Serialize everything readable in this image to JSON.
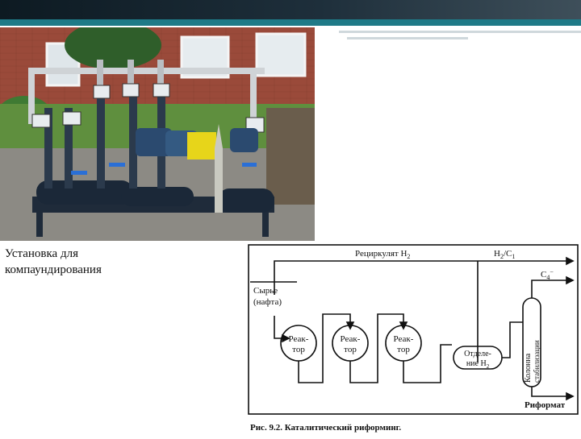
{
  "slide": {
    "caption_line1": "Установка для",
    "caption_line2": "компаундирования"
  },
  "diagram": {
    "recycle_label": "Рециркулят H",
    "recycle_sub": "2",
    "h2c1_label": "H",
    "h2c1_sub": "2",
    "h2c1_rest": "/C",
    "h2c1_sub2": "1",
    "c4_label": "C",
    "c4_sub": "4",
    "c4_sup": "−",
    "feed_line1": "Сырье",
    "feed_line2": "(нафта)",
    "reactor_line1": "Реак-",
    "reactor_line2": "тор",
    "separator_line1": "Отделе-",
    "separator_line2": "ние H",
    "separator_sub": "2",
    "column_line1": "Колонна",
    "column_line2": "стабилизации",
    "product_label": "Риформат",
    "figure_caption": "Рис. 9.2. Каталитический риформинг."
  },
  "colors": {
    "header_dark": "#0d1a22",
    "header_teal": "#1f7a87",
    "diagram_line": "#111111"
  }
}
